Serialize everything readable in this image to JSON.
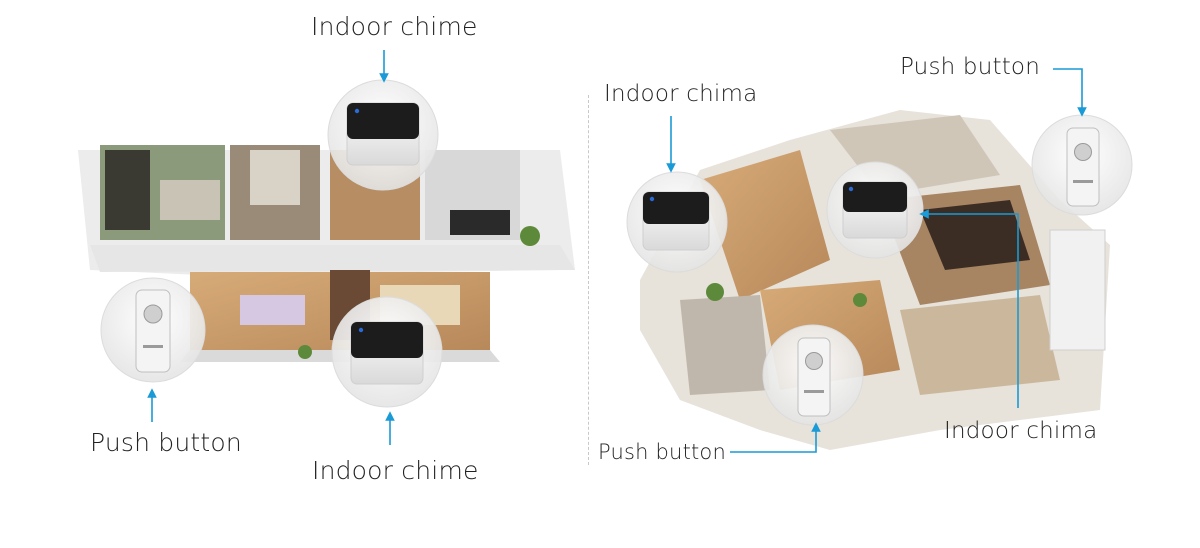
{
  "labels": {
    "left_top_chime": "Indoor chime",
    "left_push_button": "Push button",
    "left_bottom_chime": "Indoor chime",
    "right_top_chima": "Indoor chima",
    "right_push_button_top": "Push button",
    "right_push_button_bottom": "Push button",
    "right_bottom_chima": "Indoor chima"
  },
  "colors": {
    "arrow": "#1a9ad6",
    "chime_dark": "#1c1c1c",
    "chime_body": "#f2f2f2",
    "led": "#2a6bd8",
    "floor_wood": "#c79a68",
    "wall": "#ececec"
  }
}
